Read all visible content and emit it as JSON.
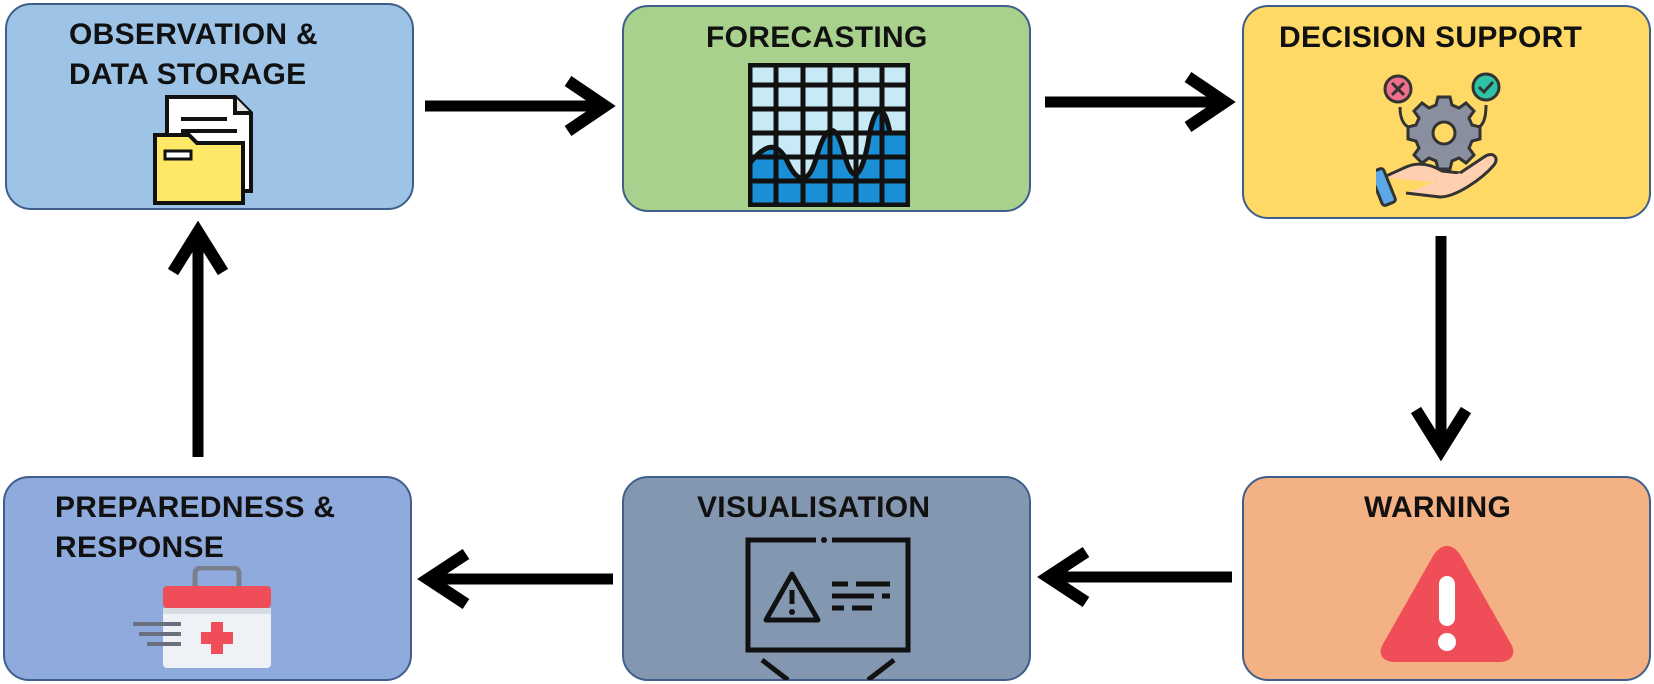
{
  "stages": [
    {
      "id": "observation",
      "label": "OBSERVATION &\nDATA STORAGE",
      "color": "#9dc3e6",
      "icon": "folder-icon"
    },
    {
      "id": "forecasting",
      "label": "FORECASTING",
      "color": "#a9d18e",
      "icon": "forecast-chart-icon"
    },
    {
      "id": "decision",
      "label": "DECISION SUPPORT",
      "color": "#ffd966",
      "icon": "decision-gear-hand-icon"
    },
    {
      "id": "warning",
      "label": "WARNING",
      "color": "#f4b183",
      "icon": "warning-triangle-icon"
    },
    {
      "id": "visualisation",
      "label": "VISUALISATION",
      "color": "#8497b0",
      "icon": "monitor-alert-icon"
    },
    {
      "id": "preparedness",
      "label": "PREPAREDNESS &\nRESPONSE",
      "color": "#8faadc",
      "icon": "first-aid-kit-icon"
    }
  ],
  "flow": [
    "observation",
    "forecasting",
    "decision",
    "warning",
    "visualisation",
    "preparedness",
    "observation"
  ]
}
